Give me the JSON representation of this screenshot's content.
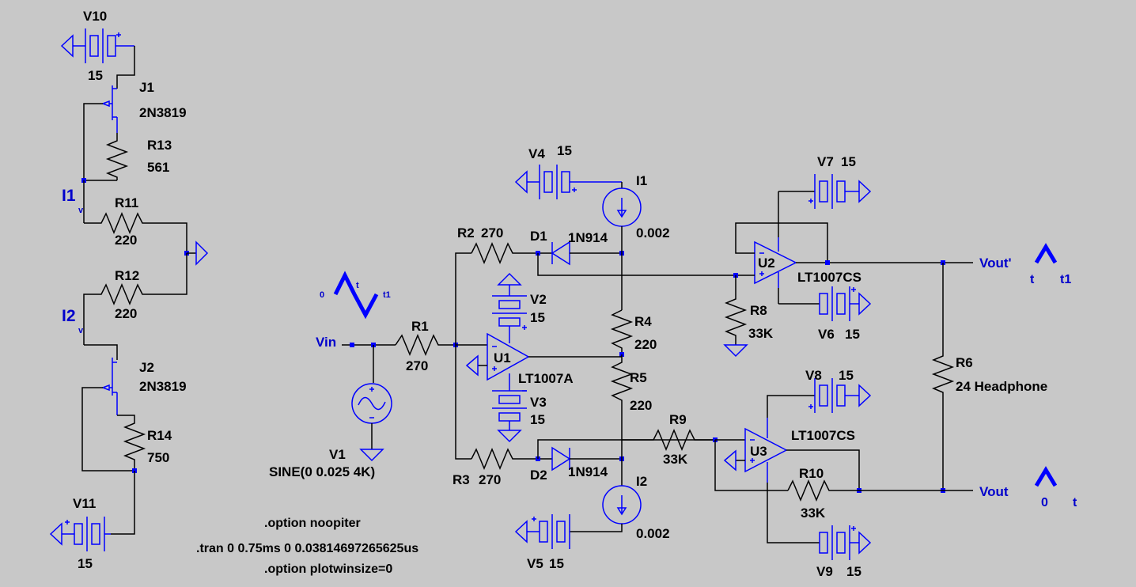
{
  "components": {
    "V10": {
      "name": "V10",
      "value": "15"
    },
    "J1": {
      "name": "J1",
      "model": "2N3819"
    },
    "R13": {
      "name": "R13",
      "value": "561"
    },
    "R11": {
      "name": "R11",
      "value": "220"
    },
    "R12": {
      "name": "R12",
      "value": "220"
    },
    "J2": {
      "name": "J2",
      "model": "2N3819"
    },
    "R14": {
      "name": "R14",
      "value": "750"
    },
    "V11": {
      "name": "V11",
      "value": "15"
    },
    "V1": {
      "name": "V1",
      "value": "SINE(0 0.025 4K)"
    },
    "R1": {
      "name": "R1",
      "value": "270"
    },
    "R2": {
      "name": "R2",
      "value": "270"
    },
    "R3": {
      "name": "R3",
      "value": "270"
    },
    "D1": {
      "name": "D1",
      "model": "1N914"
    },
    "D2": {
      "name": "D2",
      "model": "1N914"
    },
    "V4": {
      "name": "V4",
      "value": "15"
    },
    "V5": {
      "name": "V5",
      "value": "15"
    },
    "I1": {
      "name": "I1",
      "value": "0.002"
    },
    "I2": {
      "name": "I2",
      "value": "0.002"
    },
    "U1": {
      "name": "U1",
      "model": "LT1007A"
    },
    "V2": {
      "name": "V2",
      "value": "15"
    },
    "V3": {
      "name": "V3",
      "value": "15"
    },
    "R4": {
      "name": "R4",
      "value": "220"
    },
    "R5": {
      "name": "R5",
      "value": "220"
    },
    "U2": {
      "name": "U2",
      "model": "LT1007CS"
    },
    "U3": {
      "name": "U3",
      "model": "LT1007CS"
    },
    "V7": {
      "name": "V7",
      "value": "15"
    },
    "V6": {
      "name": "V6",
      "value": "15"
    },
    "V8": {
      "name": "V8",
      "value": "15"
    },
    "V9": {
      "name": "V9",
      "value": "15"
    },
    "R8": {
      "name": "R8",
      "value": "33K"
    },
    "R9": {
      "name": "R9",
      "value": "33K"
    },
    "R10": {
      "name": "R10",
      "value": "33K"
    },
    "R6": {
      "name": "R6",
      "value": "24 Headphone"
    }
  },
  "nets": {
    "i1": "I1",
    "i2": "I2",
    "vin": "Vin",
    "vout_prime": "Vout'",
    "vout": "Vout"
  },
  "markers": {
    "vin_t": "t",
    "vin_0": "0",
    "vin_t1": "t1",
    "voutp_t": "t",
    "voutp_t1": "t1",
    "vout_0": "0",
    "vout_t": "t",
    "arrow_v": "v"
  },
  "directives": [
    ".option noopiter",
    ".tran 0 0.75ms 0 0.03814697265625us",
    ".option plotwinsize=0"
  ],
  "colors": {
    "background": "#c8c8c8",
    "wire": "#000000",
    "symbol": "#0000ff"
  }
}
